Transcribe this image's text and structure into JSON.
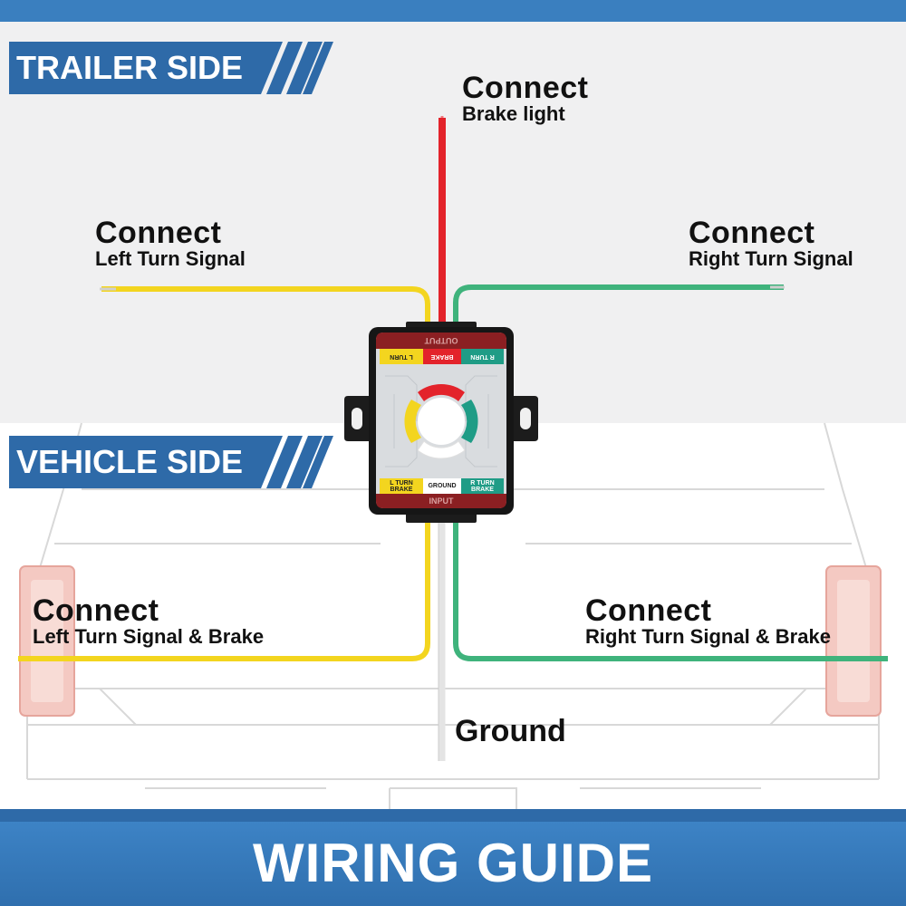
{
  "banners": {
    "trailer_side": "TRAILER SIDE",
    "vehicle_side": "VEHICLE SIDE"
  },
  "connections": {
    "brake_light": {
      "title": "Connect",
      "desc": "Brake light"
    },
    "left_turn": {
      "title": "Connect",
      "desc": "Left Turn Signal"
    },
    "right_turn": {
      "title": "Connect",
      "desc": "Right Turn Signal"
    },
    "left_turn_brake": {
      "title": "Connect",
      "desc": "Left Turn Signal & Brake"
    },
    "right_turn_brake": {
      "title": "Connect",
      "desc": "Right Turn Signal & Brake"
    },
    "ground": "Ground"
  },
  "converter": {
    "output_label": "OUTPUT",
    "input_label": "INPUT",
    "output_cells": [
      "L TURN",
      "BRAKE",
      "R TURN"
    ],
    "input_cells": {
      "left_line1": "L TURN",
      "left_line2": "BRAKE",
      "center": "GROUND",
      "right_line1": "R TURN",
      "right_line2": "BRAKE"
    }
  },
  "footer": {
    "title": "WIRING GUIDE"
  },
  "colors": {
    "brand_blue": "#2e6aa8",
    "wire_red": "#e3232b",
    "wire_yellow": "#f3d51f",
    "wire_green": "#3fb37c",
    "wire_white": "#e8e8e8",
    "teal_cell": "#1f9c86",
    "box_top": "#8b1f22"
  }
}
